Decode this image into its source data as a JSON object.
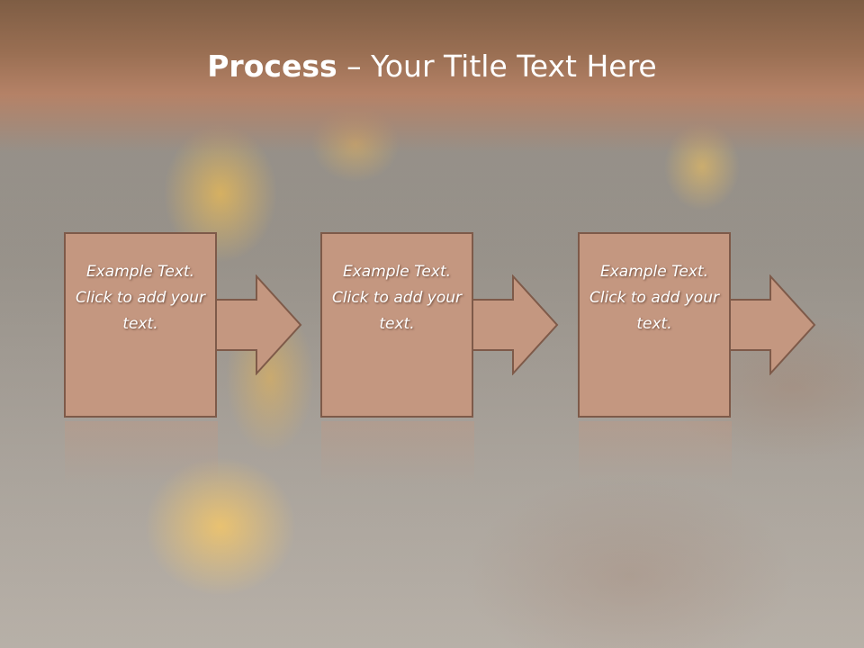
{
  "slide": {
    "title_bold": "Process",
    "title_rest": " – Your Title Text Here",
    "steps": [
      {
        "text": "Example Text. Click  to add your text."
      },
      {
        "text": "Example Text. Click  to add your text."
      },
      {
        "text": "Example Text. Click  to add your text."
      }
    ]
  },
  "colors": {
    "title_band": "#9a6f53",
    "box_fill": "#c49780",
    "box_border": "#7e5a49",
    "text": "#ffffff"
  }
}
